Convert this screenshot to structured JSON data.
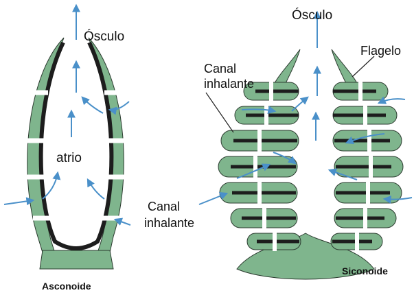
{
  "colors": {
    "body_fill": "#7fb58d",
    "choanoderm": "#1d1d1d",
    "pore_gap": "#ffffff",
    "water_flow_arrow": "#4a90c9",
    "label_text": "#111111",
    "leader_line": "#222222"
  },
  "asconoide": {
    "name": "Asconoide",
    "labels": {
      "osculo": "Ósculo",
      "atrio": "atrio",
      "canal_line1": "Canal",
      "canal_line2": "inhalante"
    }
  },
  "siconoide": {
    "name": "Siconoide",
    "labels": {
      "osculo": "Ósculo",
      "flagelo": "Flagelo",
      "canal_line1": "Canal",
      "canal_line2": "inhalante"
    }
  }
}
